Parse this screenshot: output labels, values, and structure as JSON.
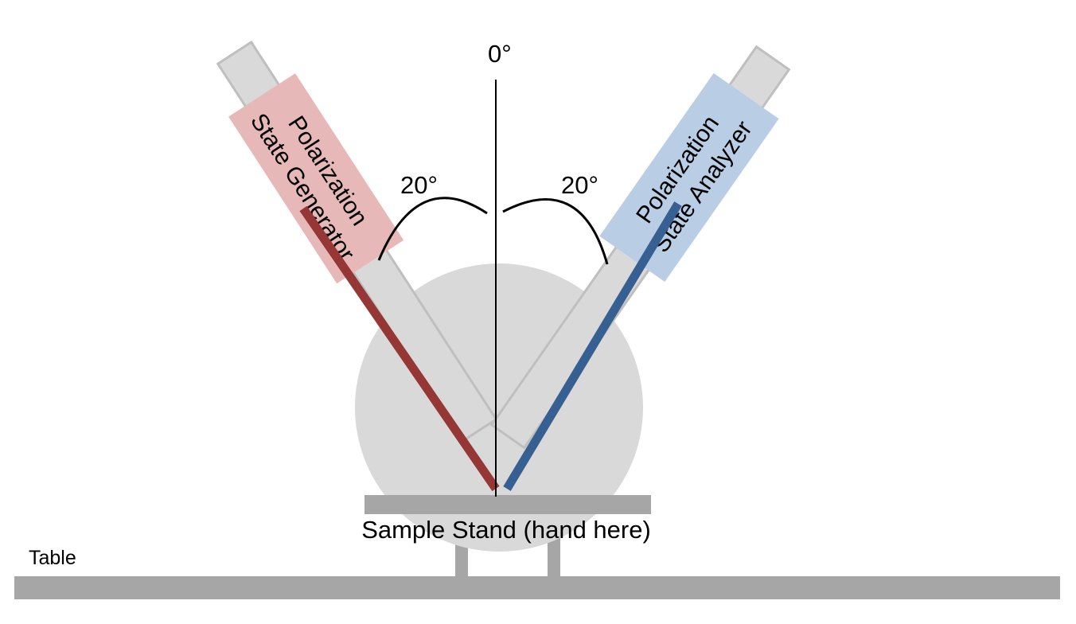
{
  "labels": {
    "normal_angle": "0°",
    "left_angle": "20°",
    "right_angle": "20°",
    "generator": [
      "Polarization",
      "State Generator"
    ],
    "analyzer": [
      "Polarization",
      "State Analyzer"
    ],
    "sample_stand": "Sample Stand (hand here)",
    "table": "Table"
  },
  "colors": {
    "generator_box": "#e6b8b7",
    "analyzer_box": "#b9cde5",
    "generator_beam": "#953735",
    "analyzer_beam": "#376092",
    "arm": "#d9d9d9",
    "arm_outline": "#bfbfbf",
    "sample_disk": "#d9d9d9",
    "stand": "#a6a6a6",
    "table": "#a6a6a6"
  },
  "geometry_semantics": {
    "incidence_angle_deg": 20
  }
}
